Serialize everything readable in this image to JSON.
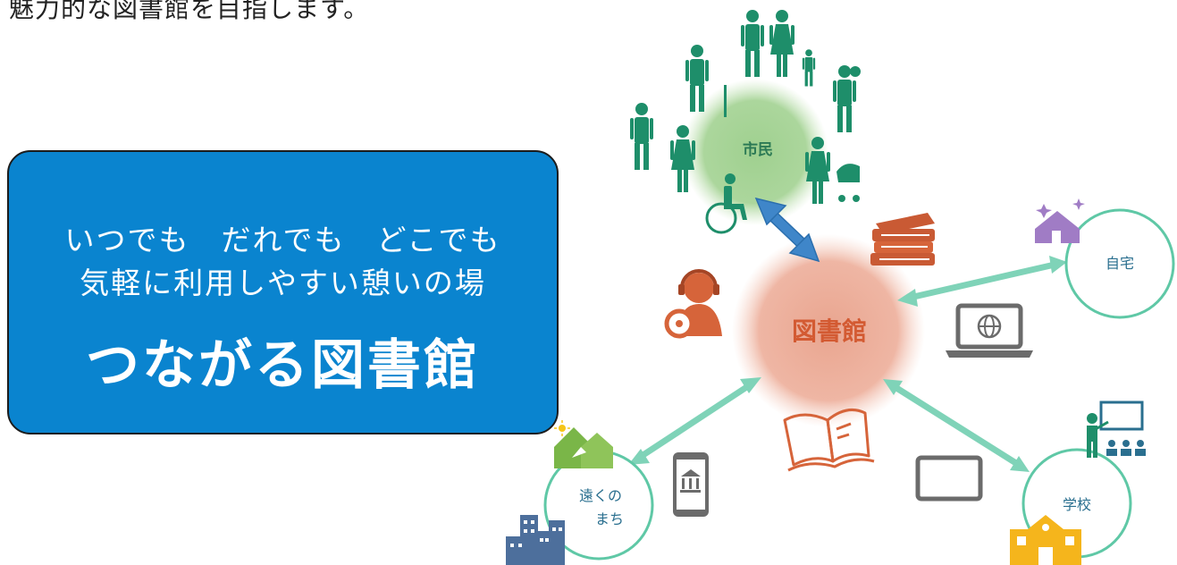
{
  "intro_text": "魅力的な図書館を目指します。",
  "banner": {
    "line1": "いつでも　だれでも　どこでも",
    "line2": "気軽に利用しやすい憩いの場",
    "headline": "つながる図書館"
  },
  "nodes": {
    "citizens": "市民",
    "library": "図書館",
    "home": "自宅",
    "school": "学校",
    "distant_town_line1": "遠くの",
    "distant_town_line2": "まち"
  },
  "colors": {
    "banner_blue": "#0a84cf",
    "citizens_green": "#9fd08f",
    "library_salmon": "#e9a58f",
    "people_teal": "#1e8e6a",
    "arrow_teal": "#7fd3b8",
    "arrow_blue": "#3f86c9",
    "node_ring": "#5fc8a6",
    "book_orange": "#d6643a",
    "device_gray": "#6b6b6b",
    "house_purple": "#a07cc5",
    "school_yellow": "#f5b51c",
    "town_green": "#7ab648",
    "city_blue": "#4d6f9c"
  },
  "icons": [
    "people-group-icon",
    "books-icon",
    "listener-headset-icon",
    "laptop-globe-icon",
    "open-book-icon",
    "tablet-icon",
    "smartphone-library-icon",
    "house-icon",
    "teacher-class-icon",
    "school-building-icon",
    "town-houses-icon",
    "city-buildings-icon"
  ]
}
